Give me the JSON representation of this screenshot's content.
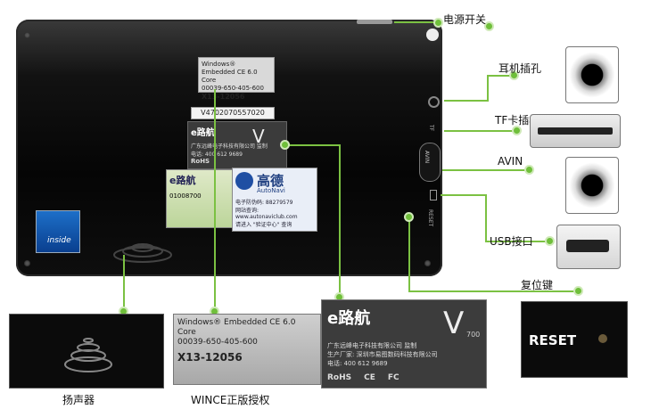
{
  "labels": {
    "power": "电源开关",
    "earphone": "耳机插孔",
    "tf": "TF卡插槽",
    "avin": "AVIN",
    "usb": "USB接口",
    "reset": "复位键",
    "speaker": "扬声器",
    "wince": "WINCE正版授权"
  },
  "wince_sticker": {
    "line1": "Windows® Embedded CE 6.0",
    "line2": "Core",
    "line3": "00039-650-405-600",
    "line4": "X13-12056"
  },
  "serial": "V4702070557020",
  "brand_sticker": {
    "logo": "e路航",
    "model": "V",
    "model_num": "700",
    "row1": "广东远峰电子科技有限公司 监制",
    "row2": "生产厂家: 深圳市易图数码科技有限公司",
    "row3": "电话: 400 612 9689",
    "rohs": "RoHS",
    "ce": "CE",
    "fc": "FC"
  },
  "gaode_sticker": {
    "brand": "高德",
    "sub": "AutoNavi",
    "row1": "电子防伪码: 88279579",
    "row2": "网站查询: www.autonaviclub.com",
    "row3": "请进入 \"验证中心\" 查询"
  },
  "ehang_small": {
    "logo": "e路航",
    "code": "01008700"
  },
  "inside_logo": "inside",
  "reset_photo": "RESET",
  "side_ports": {
    "avin": "AVIN",
    "reset": "RESET",
    "tf": "TF"
  },
  "colors": {
    "accent": "#7bc142",
    "device": "#0a0a0a"
  }
}
